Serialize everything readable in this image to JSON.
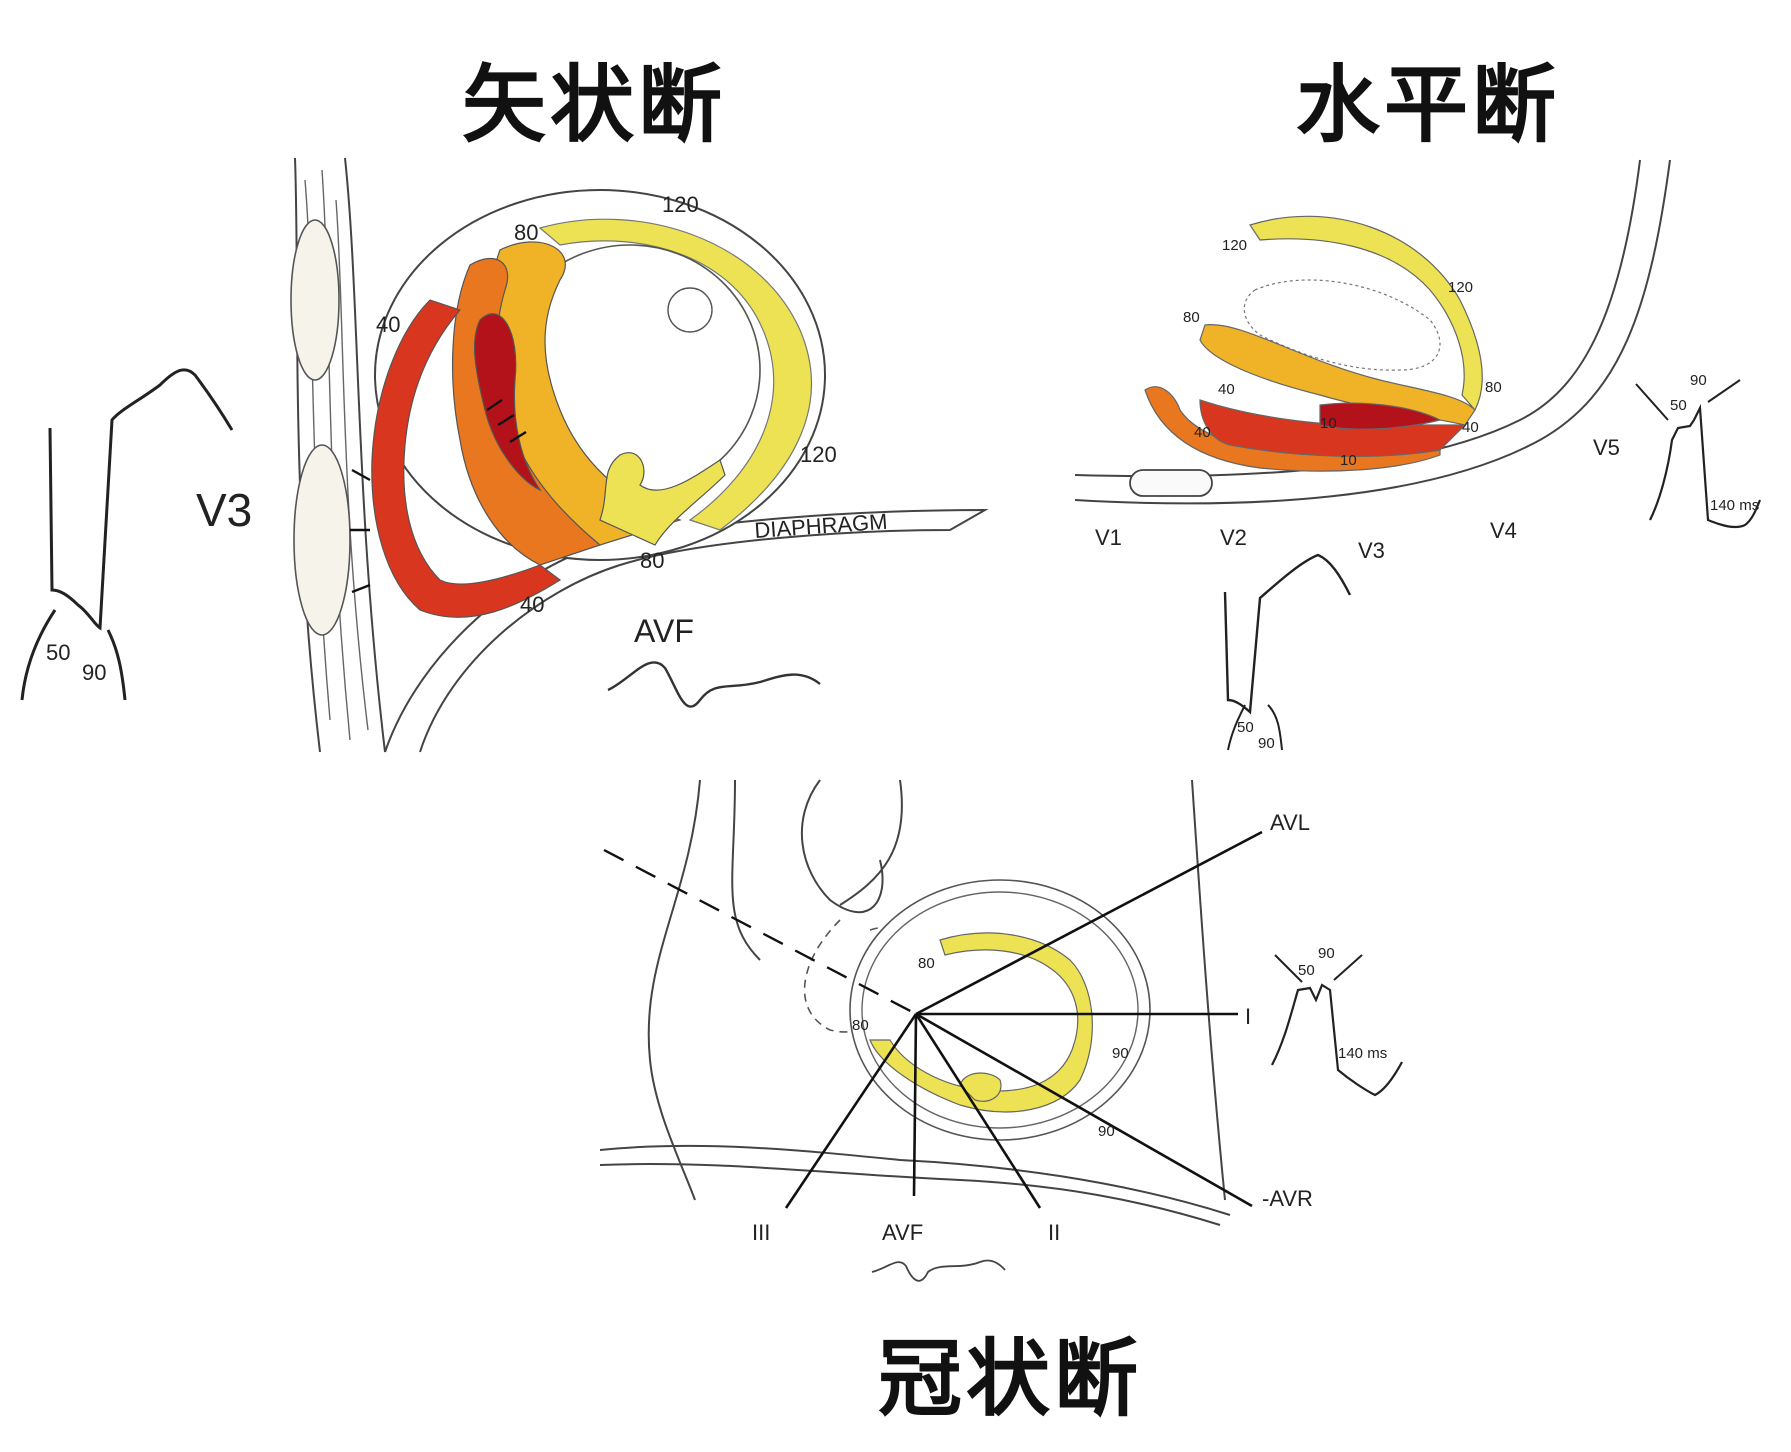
{
  "titles": {
    "sagittal": "矢状断",
    "horizontal": "水平断",
    "coronal": "冠状断"
  },
  "sagittal": {
    "lead_v3": "V3",
    "lead_avf": "AVF",
    "diaphragm": "DIAPHRAGM",
    "iso_120_top": "120",
    "iso_80_top": "80",
    "iso_40_left": "40",
    "iso_120_right": "120",
    "iso_80_bottom": "80",
    "iso_40_bottom": "40",
    "v3_mark_50": "50",
    "v3_mark_90": "90"
  },
  "horizontal": {
    "iso_120_a": "120",
    "iso_120_b": "120",
    "iso_80_a": "80",
    "iso_80_b": "80",
    "iso_40_a": "40",
    "iso_40_b": "40",
    "iso_40_c": "40",
    "iso_10_a": "10",
    "iso_10_b": "10",
    "leads": [
      "V1",
      "V2",
      "V3",
      "V4",
      "V5"
    ],
    "v5_mark_50": "50",
    "v5_mark_90": "90",
    "v5_mark_140": "140 ms",
    "v3_mark_50": "50",
    "v3_mark_90": "90"
  },
  "coronal": {
    "lead_avl": "AVL",
    "lead_i": "I",
    "lead_avr": "-AVR",
    "lead_iii": "III",
    "lead_avf": "AVF",
    "lead_ii": "II",
    "iso_80_a": "80",
    "iso_80_b": "80",
    "iso_90_a": "90",
    "iso_90_b": "90",
    "mark_50": "50",
    "mark_90": "90",
    "mark_140": "140 ms"
  },
  "colors": {
    "earliest": "#b3121b",
    "early": "#d8361f",
    "mid": "#e8771f",
    "late": "#f0b328",
    "latest": "#ede254",
    "outline": "#444444"
  }
}
